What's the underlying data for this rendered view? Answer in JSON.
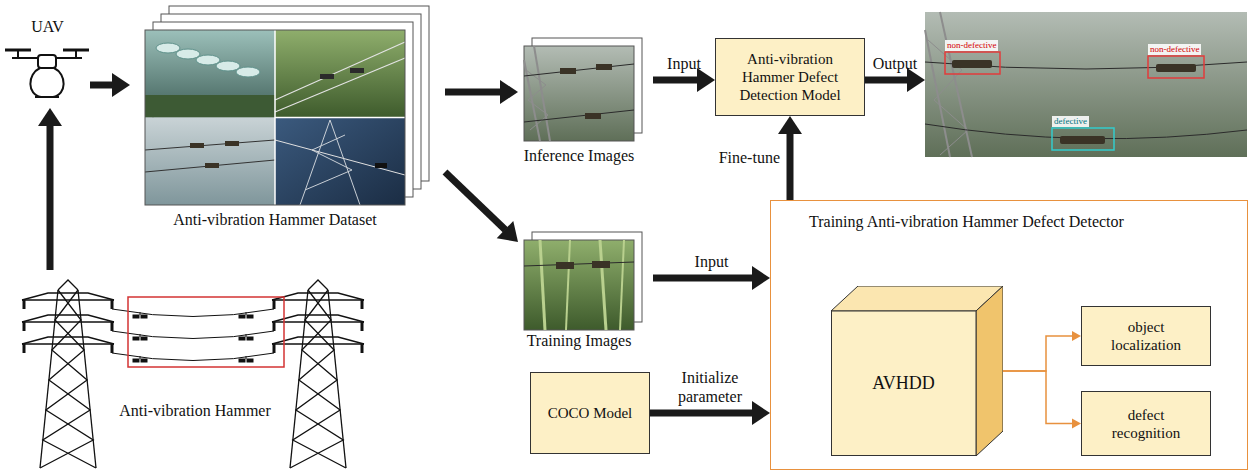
{
  "diagram": {
    "nodes": [
      {
        "text": [
          "UAV"
        ]
      },
      {
        "text": [
          "Anti-vibration Hammer Dataset"
        ]
      },
      {
        "text": [
          "Inference Images"
        ]
      },
      {
        "text": [
          "Anti-vibration Hammer Defect Detection Model"
        ]
      },
      {
        "text": [
          "non-defective",
          "non-defective",
          "defective"
        ]
      },
      {
        "text": [
          "Training Images"
        ]
      },
      {
        "text": [
          "Training Anti-vibration Hammer Defect Detector"
        ]
      },
      {
        "text": [
          "AVHDD"
        ],
        "in": 6
      },
      {
        "text": [
          "object localization"
        ],
        "in": 6
      },
      {
        "text": [
          "defect recognition"
        ],
        "in": 6
      },
      {
        "text": [
          "Anti-vibration Hammer"
        ]
      },
      {
        "text": [
          "COCO Model"
        ]
      }
    ],
    "edges": [
      {
        "from": 10,
        "to": 0,
        "arrow": "to"
      },
      {
        "from": 0,
        "to": 1,
        "arrow": "to"
      },
      {
        "from": 1,
        "to": 2,
        "arrow": "to"
      },
      {
        "from": 1,
        "to": 5,
        "arrow": "to"
      },
      {
        "from": 2,
        "to": 3,
        "label": "Input",
        "arrow": "to"
      },
      {
        "from": 3,
        "to": 4,
        "label": "Output",
        "arrow": "to"
      },
      {
        "from": 5,
        "to": 6,
        "label": "Input",
        "arrow": "to"
      },
      {
        "from": 11,
        "to": 6,
        "label": "Initialize parameter",
        "arrow": "to"
      },
      {
        "from": 6,
        "to": 3,
        "label": "Fine-tune",
        "arrow": "to"
      },
      {
        "from": 7,
        "to": 8,
        "arrow": "to"
      },
      {
        "from": 7,
        "to": 9,
        "arrow": "to"
      }
    ]
  }
}
